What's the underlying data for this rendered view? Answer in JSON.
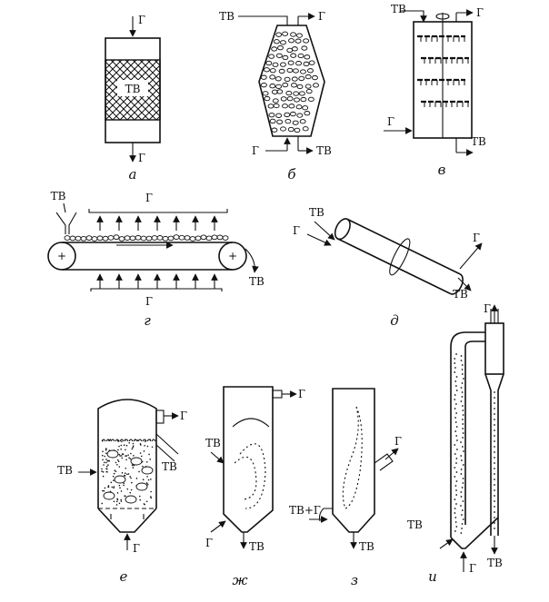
{
  "labels": {
    "gas": "Г",
    "solid": "ТВ",
    "solid_plus_gas": "ТВ+Г"
  },
  "captions": {
    "a": "а",
    "b": "б",
    "v": "в",
    "g": "г",
    "d": "д",
    "e": "е",
    "zh": "ж",
    "z": "з",
    "i": "и"
  }
}
